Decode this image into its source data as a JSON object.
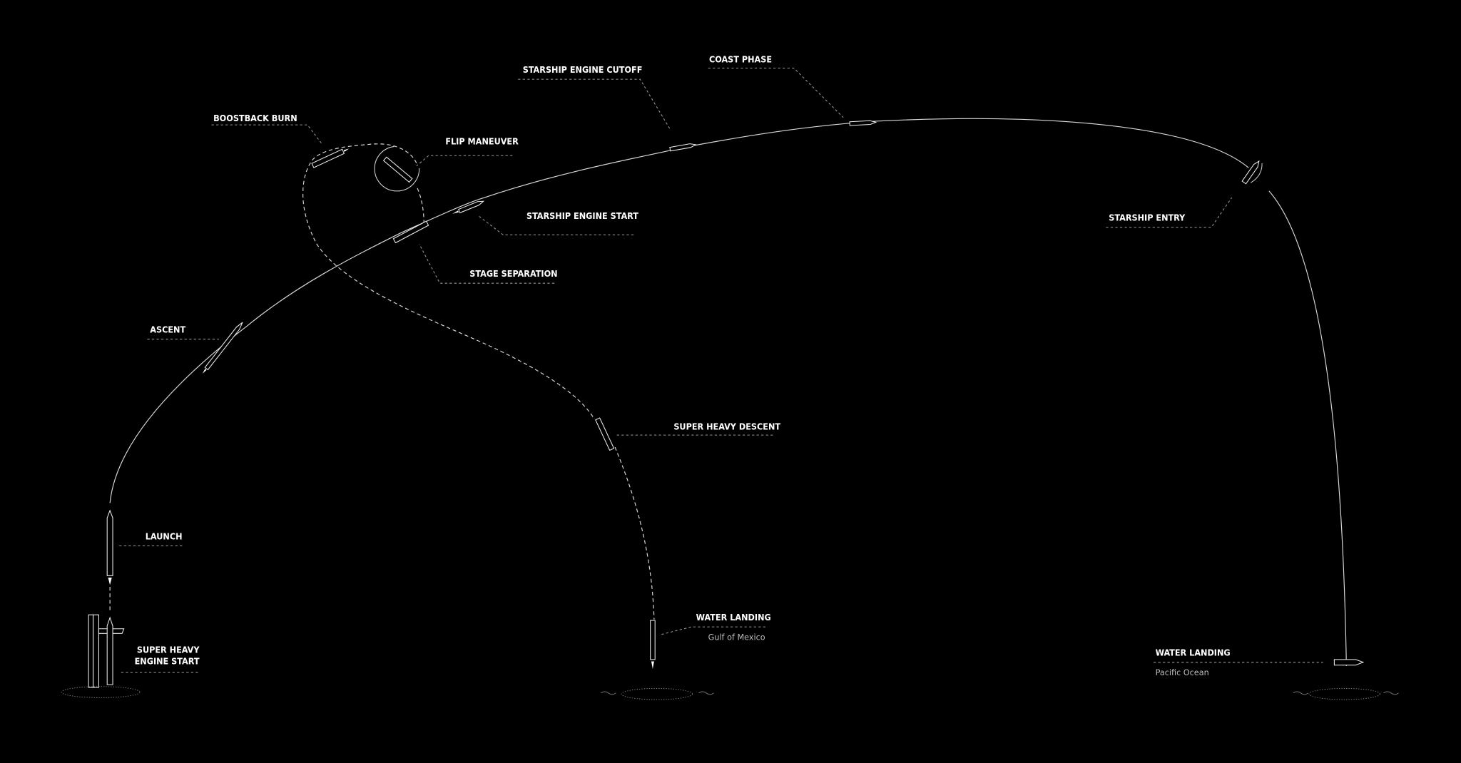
{
  "phases": {
    "boostback": "BOOSTBACK BURN",
    "flip": "FLIP MANEUVER",
    "cutoff": "STARSHIP ENGINE CUTOFF",
    "coast": "COAST PHASE",
    "engine_start": "STARSHIP ENGINE START",
    "stage_sep": "STAGE SEPARATION",
    "ascent": "ASCENT",
    "descent": "SUPER HEAVY DESCENT",
    "launch": "LAUNCH",
    "sh_engine_start_1": "SUPER HEAVY",
    "sh_engine_start_2": "ENGINE START",
    "entry": "STARSHIP ENTRY",
    "water_landing_gulf": "WATER LANDING",
    "gulf_location": "Gulf of Mexico",
    "water_landing_pacific": "WATER LANDING",
    "pacific_location": "Pacific Ocean"
  },
  "colors": {
    "background": "#000000",
    "line": "#d8d8d8",
    "text": "#ffffff"
  }
}
